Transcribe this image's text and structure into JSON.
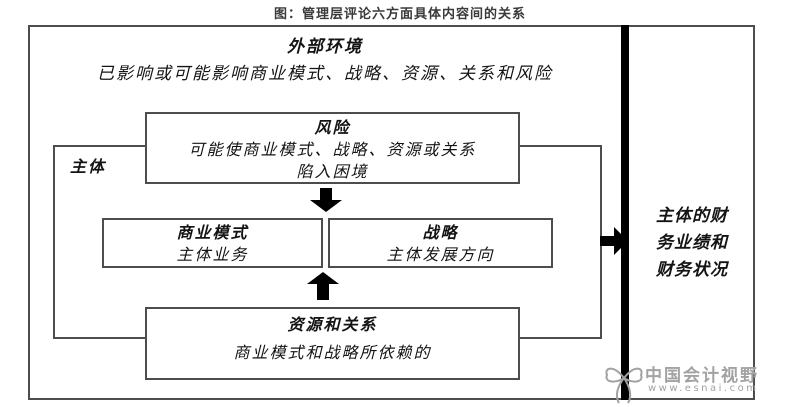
{
  "title": "图：管理层评论六方面具体内容间的关系",
  "colors": {
    "border": "#4d4d4d",
    "text": "#141414",
    "arrow": "#000000",
    "watermark": "#a2a2a2",
    "title_text": "#3a3a3a"
  },
  "external_environment": {
    "heading": "外部环境",
    "description": "已影响或可能影响商业模式、战略、资源、关系和风险"
  },
  "entity": {
    "label": "主体"
  },
  "risk": {
    "heading": "风险",
    "line1": "可能使商业模式、战略、资源或关系",
    "line2": "陷入困境"
  },
  "business_model": {
    "heading": "商业模式",
    "description": "主体业务"
  },
  "strategy": {
    "heading": "战略",
    "description": "主体发展方向"
  },
  "resources_relationships": {
    "heading": "资源和关系",
    "description": "商业模式和战略所依赖的"
  },
  "outcome": {
    "line1": "主体的财",
    "line2": "务业绩和",
    "line3": "财务状况"
  },
  "logo": {
    "brand": "中国会计视野",
    "url": "www.esnai.com"
  }
}
